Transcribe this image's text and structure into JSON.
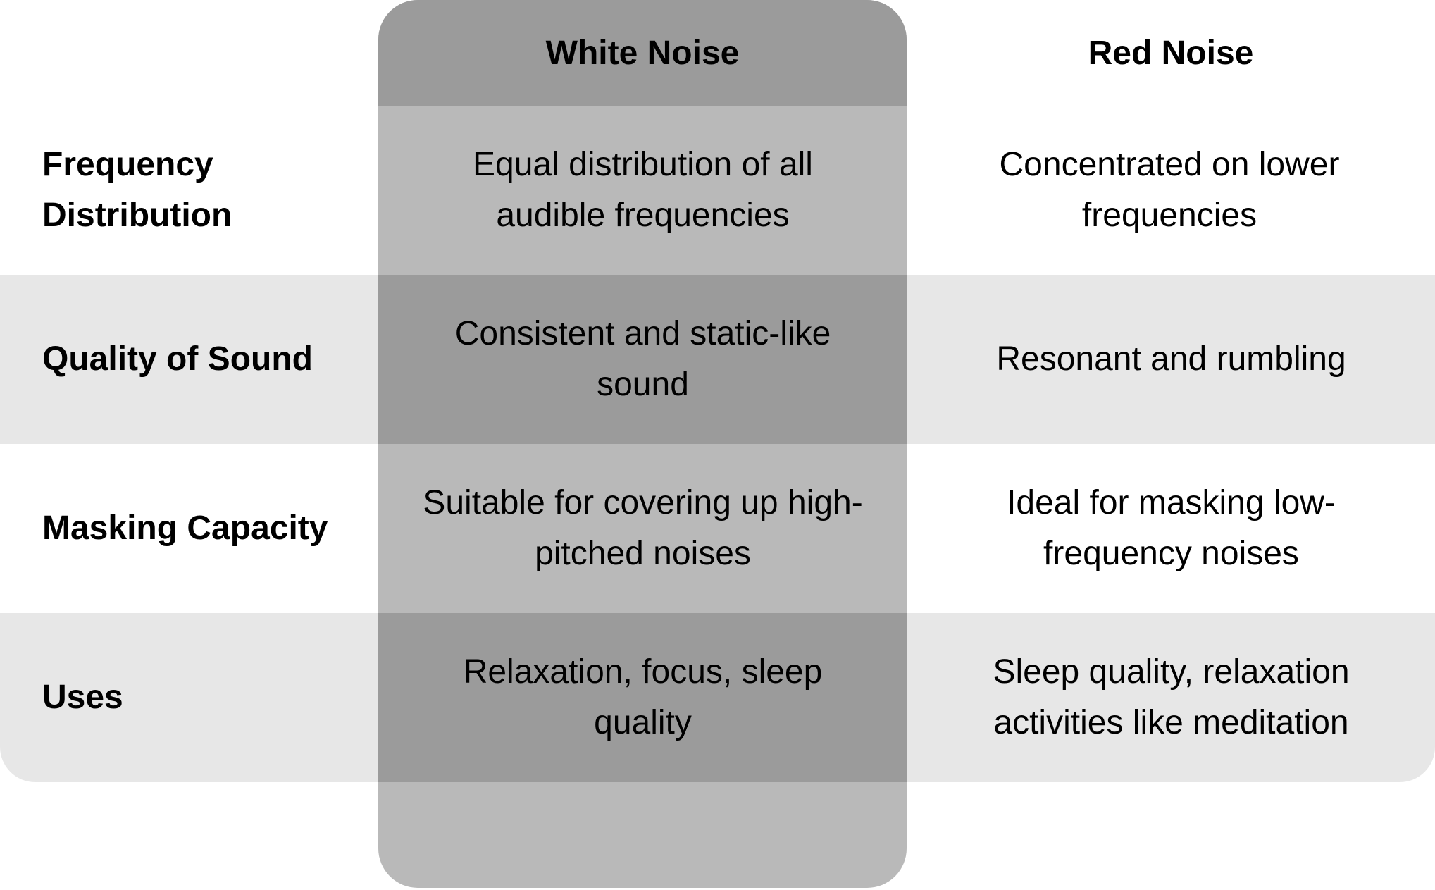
{
  "table": {
    "columns": [
      "White Noise",
      "Red Noise"
    ],
    "rows": [
      {
        "label": "Frequency Distribution",
        "white": "Equal distribution of all audible frequencies",
        "red": "Concentrated on lower frequencies"
      },
      {
        "label": "Quality of Sound",
        "white": "Consistent and static-like sound",
        "red": "Resonant and rumbling"
      },
      {
        "label": "Masking Capacity",
        "white": "Suitable for covering up high-pitched noises",
        "red": "Ideal for masking low-frequency noises"
      },
      {
        "label": "Uses",
        "white": "Relaxation, focus, sleep quality",
        "red": "Sleep quality, relaxation activities like meditation"
      }
    ]
  },
  "colors": {
    "row_alt": "#e7e7e7",
    "white_col": "#b9b9b9",
    "white_col_dark": "#9b9b9b"
  }
}
